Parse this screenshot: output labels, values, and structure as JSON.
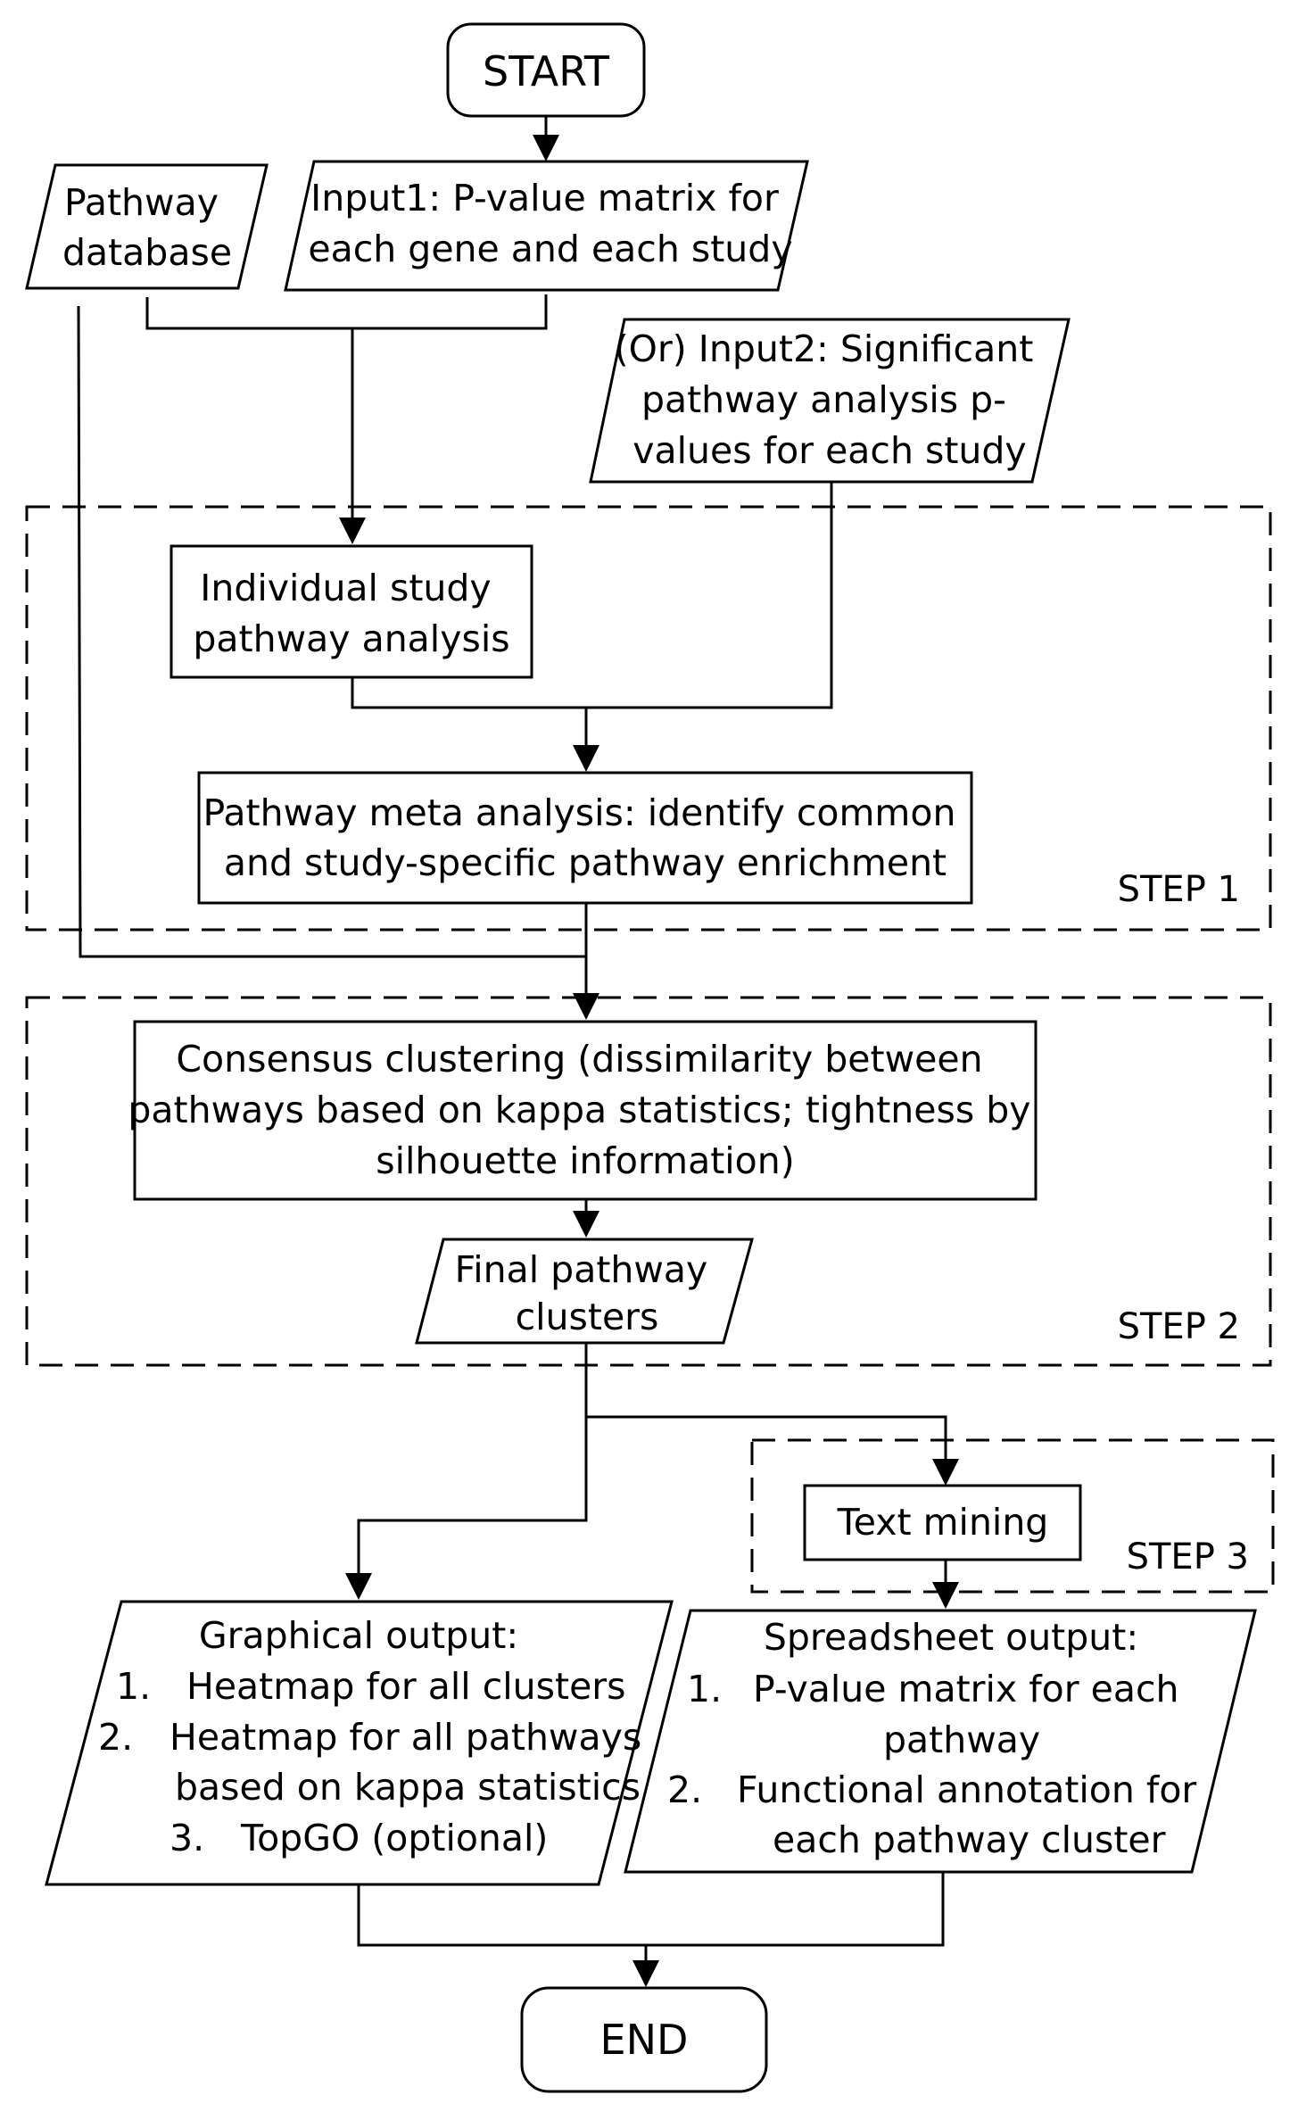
{
  "diagram": {
    "start": "START",
    "end": "END",
    "pathway_db": [
      "Pathway",
      "database"
    ],
    "input1": [
      "Input1: P-value matrix for",
      "each gene and each study"
    ],
    "input2": [
      "(Or) Input2: Significant",
      "pathway analysis p-",
      "values for each study"
    ],
    "individual": [
      "Individual study",
      "pathway analysis"
    ],
    "meta": [
      "Pathway meta analysis: identify common",
      "and study-specific pathway enrichment"
    ],
    "consensus": [
      "Consensus clustering (dissimilarity between",
      "pathways based on kappa statistics; tightness by",
      "silhouette information)"
    ],
    "final_clusters": [
      "Final pathway",
      "clusters"
    ],
    "text_mining": [
      "Text mining"
    ],
    "graphical": {
      "title": "Graphical output:",
      "items": [
        {
          "num": "1.",
          "lines": [
            "Heatmap for all clusters"
          ]
        },
        {
          "num": "2.",
          "lines": [
            "Heatmap for all pathways",
            "based on kappa statistics"
          ]
        },
        {
          "num": "3.",
          "lines": [
            "TopGO (optional)"
          ]
        }
      ]
    },
    "spreadsheet": {
      "title": "Spreadsheet output:",
      "items": [
        {
          "num": "1.",
          "lines": [
            "P-value matrix for each",
            "pathway"
          ]
        },
        {
          "num": "2.",
          "lines": [
            "Functional annotation for",
            "each pathway cluster"
          ]
        }
      ]
    },
    "steps": [
      "STEP 1",
      "STEP 2",
      "STEP 3"
    ]
  }
}
